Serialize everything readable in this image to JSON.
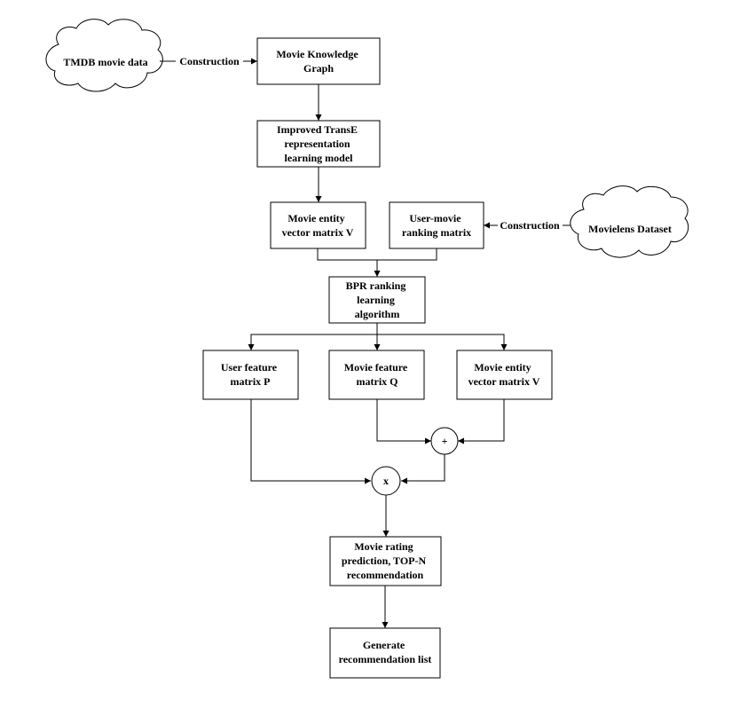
{
  "diagram": {
    "sources": {
      "tmdb": "TMDB movie data",
      "movielens": "Movielens Dataset"
    },
    "edges": {
      "construction_left": "Construction",
      "construction_right": "Construction"
    },
    "nodes": {
      "knowledge_graph": [
        "Movie Knowledge",
        "Graph"
      ],
      "transe": [
        "Improved TransE",
        "representation",
        "learning model"
      ],
      "entity_matrix_top": [
        "Movie entity",
        "vector matrix V"
      ],
      "user_movie_matrix": [
        "User-movie",
        "ranking matrix"
      ],
      "bpr": [
        "BPR ranking",
        "learning",
        "algorithm"
      ],
      "user_feature": [
        "User feature",
        "matrix P"
      ],
      "movie_feature": [
        "Movie feature",
        "matrix Q"
      ],
      "entity_matrix_bottom": [
        "Movie entity",
        "vector matrix V"
      ],
      "rating_prediction": [
        "Movie rating",
        "prediction, TOP-N",
        "recommendation"
      ],
      "generate_list": [
        "Generate",
        "recommendation list"
      ]
    },
    "operators": {
      "plus": "+",
      "times": "x"
    }
  }
}
